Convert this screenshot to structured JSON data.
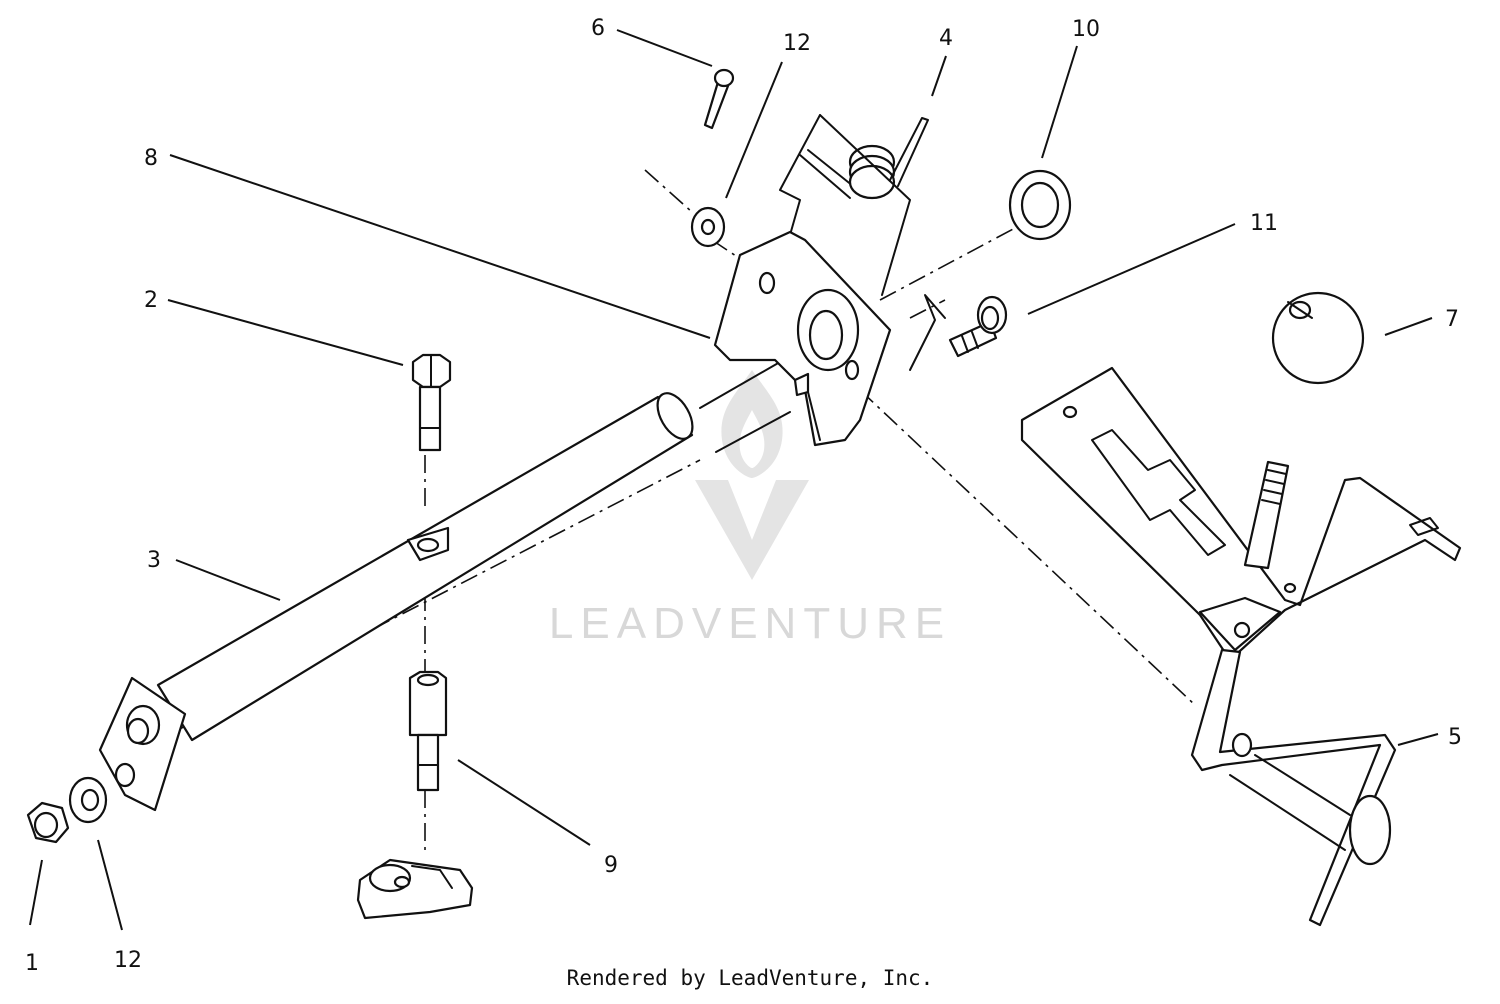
{
  "callouts": {
    "c1": "1",
    "c2": "2",
    "c3": "3",
    "c4": "4",
    "c5": "5",
    "c6": "6",
    "c7": "7",
    "c8": "8",
    "c9": "9",
    "c10": "10",
    "c11": "11",
    "c12_top": "12",
    "c12_bottom": "12"
  },
  "watermark": {
    "text": "LEADVENTURE"
  },
  "footer": {
    "text": "Rendered by LeadVenture, Inc."
  }
}
